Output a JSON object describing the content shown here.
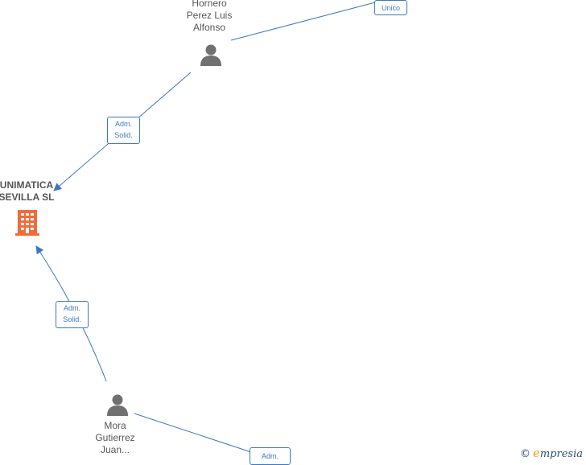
{
  "nodes": {
    "hornero": {
      "lines": [
        "Hornero",
        "Perez Luis",
        "Alfonso"
      ],
      "icon": "person-icon",
      "color": "#707070"
    },
    "company": {
      "lines": [
        "UNIMATICA",
        "SEVILLA  SL"
      ],
      "icon": "building-icon",
      "color": "#f26b3a"
    },
    "mora": {
      "lines": [
        "Mora",
        "Gutierrez",
        "Juan..."
      ],
      "icon": "person-icon",
      "color": "#707070"
    }
  },
  "roles": {
    "top_right": {
      "lines": [
        "Unico"
      ]
    },
    "hornero_company": {
      "lines": [
        "Adm.",
        "Solid."
      ]
    },
    "mora_company": {
      "lines": [
        "Adm.",
        "Solid."
      ]
    },
    "bottom_right": {
      "lines": [
        "Adm."
      ]
    }
  },
  "edge_color": "#3b78c4",
  "brand": {
    "symbol": "©",
    "initial": "e",
    "rest": "mpresia"
  }
}
